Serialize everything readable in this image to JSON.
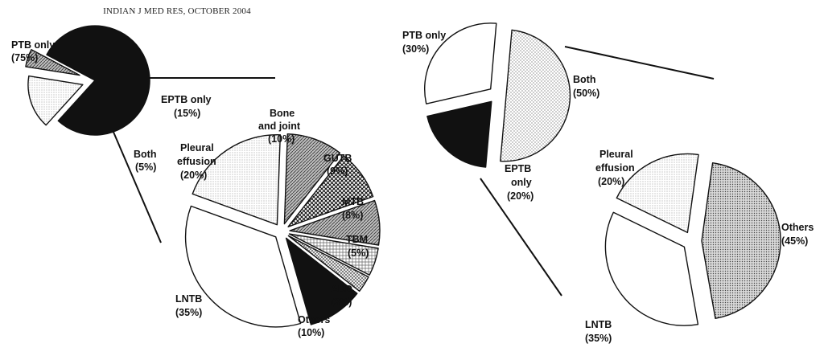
{
  "header": {
    "journal_line": "INDIAN J MED RES, OCTOBER 2004"
  },
  "chart_data": [
    {
      "type": "pie",
      "series": [
        {
          "label": "PTB only",
          "value": 75,
          "display": "(75%)"
        },
        {
          "label": "EPTB only",
          "value": 15,
          "display": "(15%)"
        },
        {
          "label": "Both",
          "value": 5,
          "display": "(5%)"
        }
      ]
    },
    {
      "type": "pie",
      "series": [
        {
          "label": "Bone and joint",
          "value": 10,
          "display": "(10%)"
        },
        {
          "label": "GUTB",
          "value": 9,
          "display": "(9%)"
        },
        {
          "label": "MTB",
          "value": 8,
          "display": "(8%)"
        },
        {
          "label": "TBM",
          "value": 5,
          "display": "(5%)"
        },
        {
          "label": "ABD",
          "value": 3,
          "display": "(3%)"
        },
        {
          "label": "Others",
          "value": 10,
          "display": "(10%)"
        },
        {
          "label": "LNTB",
          "value": 35,
          "display": "(35%)"
        },
        {
          "label": "Pleural effusion",
          "value": 20,
          "display": "(20%)"
        }
      ]
    },
    {
      "type": "pie",
      "series": [
        {
          "label": "PTB only",
          "value": 30,
          "display": "(30%)"
        },
        {
          "label": "Both",
          "value": 50,
          "display": "(50%)"
        },
        {
          "label": "EPTB only",
          "value": 20,
          "display": "(20%)"
        }
      ]
    },
    {
      "type": "pie",
      "series": [
        {
          "label": "Pleural effusion",
          "value": 20,
          "display": "(20%)"
        },
        {
          "label": "Others",
          "value": 45,
          "display": "(45%)"
        },
        {
          "label": "LNTB",
          "value": 35,
          "display": "(35%)"
        }
      ]
    }
  ]
}
